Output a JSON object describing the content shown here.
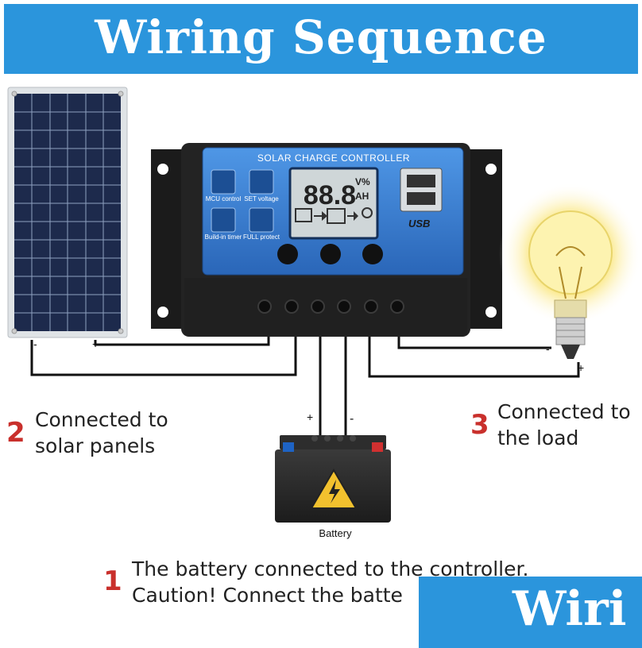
{
  "title": "Wiring Sequence",
  "controller": {
    "header": "SOLAR CHARGE CONTROLLER",
    "lcd_digits": "88.8",
    "lcd_unit_top": "V%",
    "lcd_unit_bottom": "AH",
    "usb_label": "USB",
    "left_labels": [
      "MCU control",
      "Build-in timer"
    ],
    "right_labels": [
      "SET voltage",
      "FULL protect"
    ]
  },
  "panel_terminals": {
    "negative": "-",
    "positive": "+"
  },
  "battery": {
    "label": "Battery",
    "positive": "+",
    "negative": "-"
  },
  "load_terminals": {
    "negative": "-",
    "positive": "+"
  },
  "steps": [
    {
      "number": "2",
      "lines": [
        "Connected to",
        "solar panels"
      ]
    },
    {
      "number": "3",
      "lines": [
        "Connected to",
        "the load"
      ]
    },
    {
      "number": "1",
      "lines": [
        "The battery connected to the controller.",
        "Caution! Connect the batte"
      ]
    }
  ],
  "corner_title": "Wiri",
  "colors": {
    "banner": "#2b95dc",
    "step_number": "#c9302c",
    "controller_face": "#3a7fd0"
  }
}
